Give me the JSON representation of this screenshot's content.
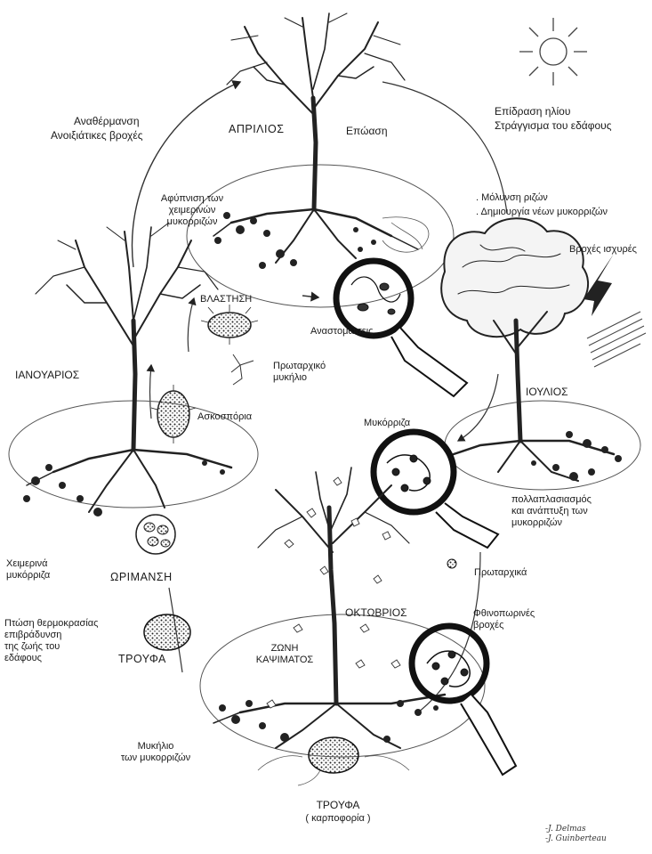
{
  "labels": {
    "warming": "Αναθέρμανση",
    "spring_rains": "Ανοιξιάτικες βροχές",
    "april": "ΑΠΡΙΛΙΟΣ",
    "graft": "Επώαση",
    "sun_effect": "Επίδραση ηλίου",
    "soil_drain": "Στράγγισμα του εδάφους",
    "wake_1": "Αφύπνιση των",
    "wake_2": "χειμερινών",
    "wake_3": "μυκορριζών",
    "root_infect": ". Μόλυνση ριζών",
    "new_myco": ". Δημιουργία νέων μυκορριζών",
    "storms": "Βροχές ισχυρές",
    "germination": "ΒΛΑΣΤΗΣΗ",
    "anastomoses": "Αναστομώσεις",
    "january": "ΙΑΝΟΥΑΡΙΟΣ",
    "primary_mycelium_1": "Πρωταρχικό",
    "primary_mycelium_2": "μυκήλιο",
    "ascospores": "Ασκοσπόρια",
    "july": "ΙΟΥΛΙΟΣ",
    "mycorrhiza": "Μυκόρριζα",
    "multiply_1": "πολλαπλασιασμός",
    "multiply_2": "και ανάπτυξη των",
    "multiply_3": "μυκορριζών",
    "winter_myco_1": "Χειμερινά",
    "winter_myco_2": "μυκόρριζα",
    "maturation": "ΩΡΙΜΑΝΣΗ",
    "primary": "Πρωταρχικά",
    "autumn_rains_1": "Φθινοπωρινές",
    "autumn_rains_2": "βροχές",
    "temp_drop_1": "Πτώση θερμοκρασίας",
    "temp_drop_2": "επιβράδυνση",
    "temp_drop_3": "της ζωής του",
    "temp_drop_4": "εδάφους",
    "october": "ΟΚΤΩΒΡΙΟΣ",
    "burn_zone_1": "ΖΩΝΗ",
    "burn_zone_2": "ΚΑΨΙΜΑΤΟΣ",
    "truffle": "ΤΡΟΥΦΑ",
    "myco_mycelium_1": "Μυκήλιο",
    "myco_mycelium_2": "των μυκορριζών",
    "truffle_bottom": "ΤΡΟΥΦΑ",
    "fruiting": "( καρποφορία )"
  },
  "signature": [
    "-J. Delmas",
    "-J. Guinberteau"
  ]
}
